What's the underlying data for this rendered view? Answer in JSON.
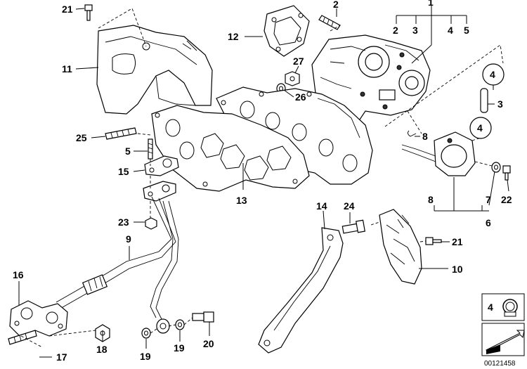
{
  "callouts": [
    {
      "id": "c21a",
      "text": "21"
    },
    {
      "id": "c11",
      "text": "11"
    },
    {
      "id": "c2a",
      "text": "2"
    },
    {
      "id": "c1",
      "text": "1"
    },
    {
      "id": "c2b",
      "text": "2"
    },
    {
      "id": "c3a",
      "text": "3"
    },
    {
      "id": "c4a",
      "text": "4"
    },
    {
      "id": "c5a",
      "text": "5"
    },
    {
      "id": "c12",
      "text": "12"
    },
    {
      "id": "c27",
      "text": "27"
    },
    {
      "id": "c26",
      "text": "26"
    },
    {
      "id": "c4b",
      "text": "4"
    },
    {
      "id": "c3b",
      "text": "3"
    },
    {
      "id": "c4c",
      "text": "4"
    },
    {
      "id": "c8a",
      "text": "8"
    },
    {
      "id": "c25",
      "text": "25"
    },
    {
      "id": "c5b",
      "text": "5"
    },
    {
      "id": "c15",
      "text": "15"
    },
    {
      "id": "c13",
      "text": "13"
    },
    {
      "id": "c8b",
      "text": "8"
    },
    {
      "id": "c7",
      "text": "7"
    },
    {
      "id": "c22",
      "text": "22"
    },
    {
      "id": "c6",
      "text": "6"
    },
    {
      "id": "c23",
      "text": "23"
    },
    {
      "id": "c14",
      "text": "14"
    },
    {
      "id": "c24",
      "text": "24"
    },
    {
      "id": "c21b",
      "text": "21"
    },
    {
      "id": "c9",
      "text": "9"
    },
    {
      "id": "c10",
      "text": "10"
    },
    {
      "id": "c16",
      "text": "16"
    },
    {
      "id": "c18",
      "text": "18"
    },
    {
      "id": "c19a",
      "text": "19"
    },
    {
      "id": "c19b",
      "text": "19"
    },
    {
      "id": "c20",
      "text": "20"
    },
    {
      "id": "c17",
      "text": "17"
    }
  ],
  "legend": {
    "part_number": "4"
  },
  "document_id": "00121458"
}
